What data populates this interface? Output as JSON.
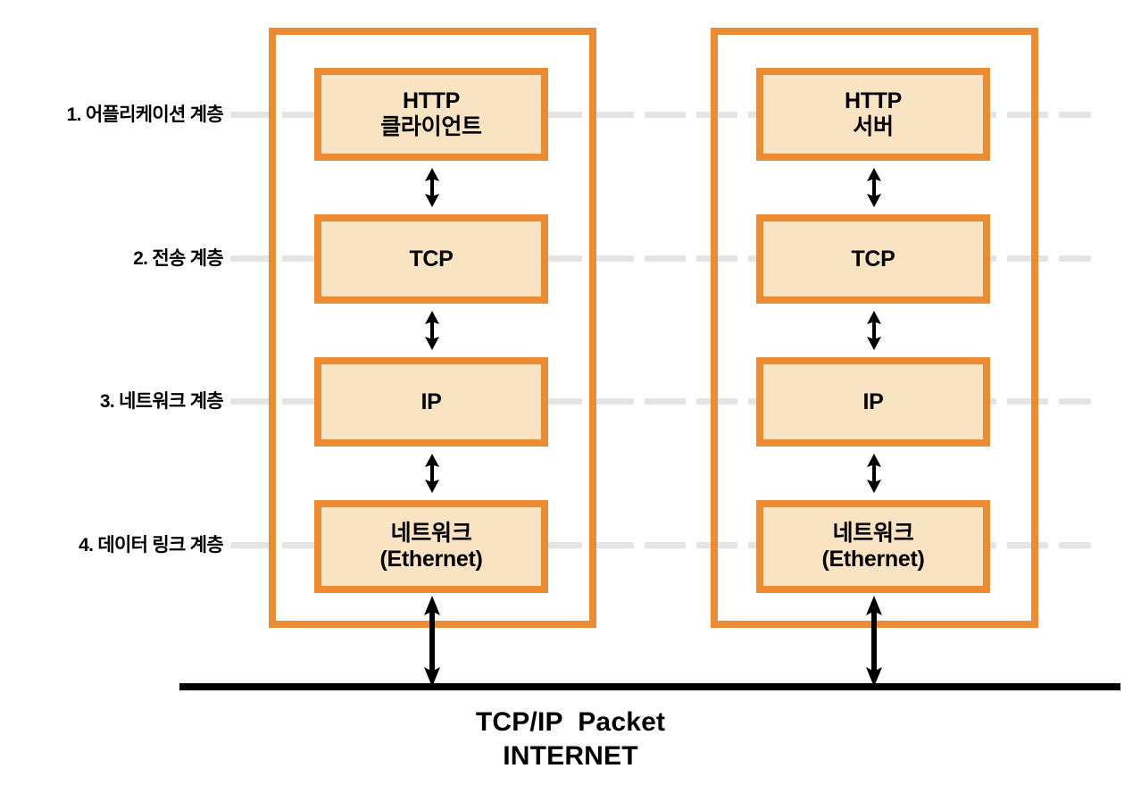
{
  "diagram": {
    "title_lines": [
      "TCP/IP  Packet",
      "INTERNET"
    ],
    "colors": {
      "box_border": "#ed8b33",
      "box_fill": "#fae3c3",
      "guide_line": "#e4e4e4",
      "text": "#000000",
      "internet_bar": "#000000",
      "background": "#ffffff"
    },
    "layers": [
      {
        "label": "1. 어플리케이션 계층",
        "client_box": "HTTP\n클라이언트",
        "server_box": "HTTP\n서버"
      },
      {
        "label": "2. 전송 계층",
        "client_box": "TCP",
        "server_box": "TCP"
      },
      {
        "label": "3. 네트워크 계층",
        "client_box": "IP",
        "server_box": "IP"
      },
      {
        "label": "4. 데이터 링크 계층",
        "client_box": "네트워크\n(Ethernet)",
        "server_box": "네트워크\n(Ethernet)"
      }
    ],
    "hosts": [
      {
        "name": "client-host"
      },
      {
        "name": "server-host"
      }
    ],
    "arrows": {
      "kind": "double-headed-vertical",
      "count_per_host": 4
    }
  }
}
